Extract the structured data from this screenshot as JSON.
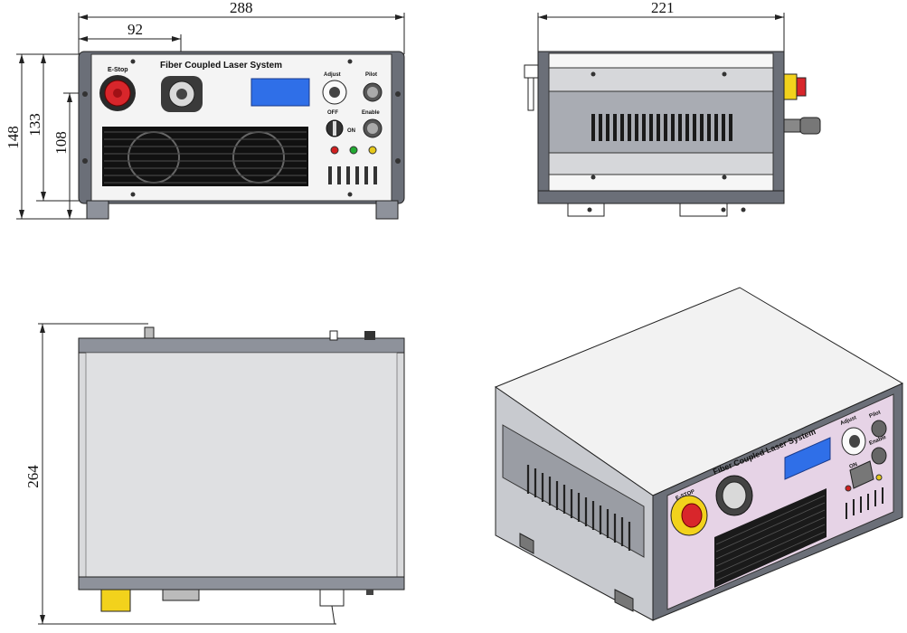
{
  "dimensions": {
    "front_width": "288",
    "eStop_offset": "92",
    "front_height_total": "148",
    "front_height_body": "133",
    "front_height_inner": "108",
    "side_depth": "221",
    "top_depth": "264"
  },
  "front_panel": {
    "title": "Fiber Coupled Laser System",
    "estop_label": "E-Stop",
    "adjust_label": "Adjust",
    "pilot_label": "Pilot",
    "enable_label": "Enable",
    "off_label": "OFF",
    "on_label": "ON"
  },
  "iso_panel": {
    "title": "Fiber Coupled Laser System",
    "estop_label": "E-STOP",
    "adjust_label": "Adjust",
    "pilot_label": "Pilot",
    "enable_label": "Enable",
    "on_label": "ON"
  },
  "colors": {
    "display_blue": "#2f6fe8",
    "estop_red": "#d8262b",
    "estop_yellow": "#f2d21c",
    "panel_pink": "#e6d3e6",
    "led_red": "#d02020",
    "led_green": "#22aa33",
    "led_yellow": "#e6c81a"
  }
}
